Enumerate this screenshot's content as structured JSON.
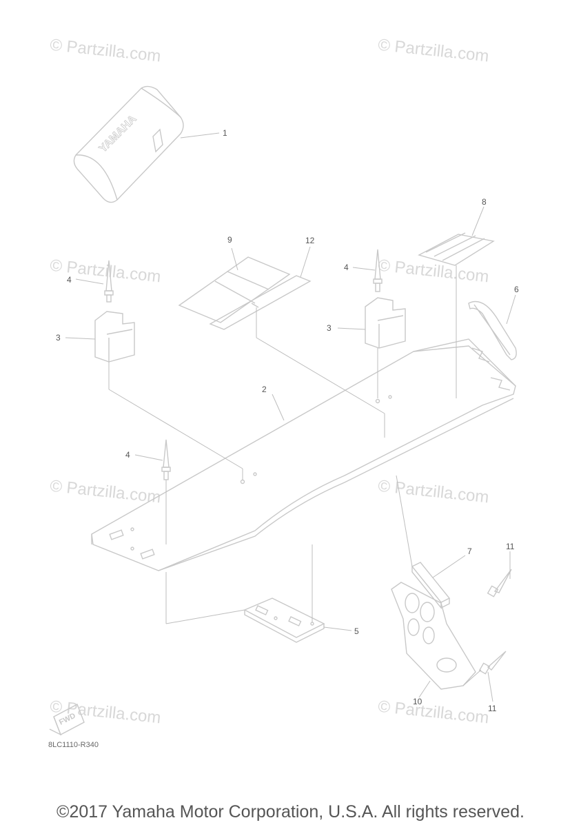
{
  "watermark": "© Partzilla.com",
  "drawing_code": "8LC1110-R340",
  "copyright": "©2017 Yamaha Motor Corporation, U.S.A. All rights reserved.",
  "brand_text": "YAMAHA",
  "fwd_text": "FWD",
  "callouts": {
    "c1": "1",
    "c2": "2",
    "c3a": "3",
    "c3b": "3",
    "c4a": "4",
    "c4b": "4",
    "c4c": "4",
    "c5": "5",
    "c6": "6",
    "c7": "7",
    "c8": "8",
    "c9": "9",
    "c10": "10",
    "c11a": "11",
    "c11b": "11",
    "c12": "12"
  }
}
